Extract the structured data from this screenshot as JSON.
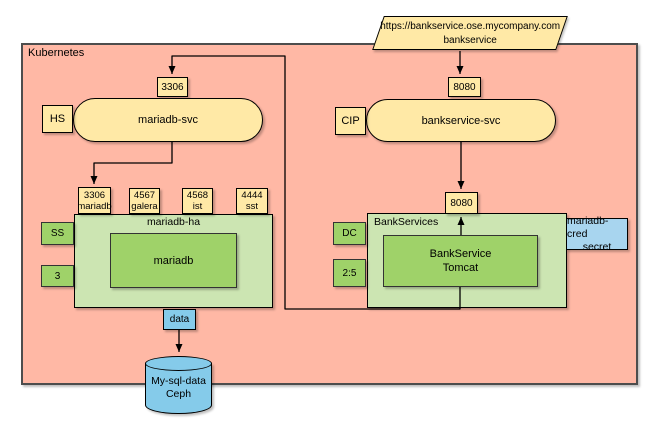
{
  "cluster": {
    "label": "Kubernetes"
  },
  "ingress": {
    "url": "https://bankservice.ose.mycompany.com",
    "name": "bankservice"
  },
  "mariadb": {
    "service": {
      "type": "HS",
      "name": "mariadb-svc",
      "port": "3306"
    },
    "workload": {
      "name": "mariadb-ha",
      "kind": "SS",
      "replicas": "3",
      "container": "mariadb",
      "ports": [
        {
          "port": "3306",
          "name": "mariadb"
        },
        {
          "port": "4567",
          "name": "galera"
        },
        {
          "port": "4568",
          "name": "ist"
        },
        {
          "port": "4444",
          "name": "sst"
        }
      ],
      "volume": "data"
    },
    "storage": {
      "line1": "My-sql-data",
      "line2": "Ceph"
    }
  },
  "bankservice": {
    "service": {
      "type": "CIP",
      "name": "bankservice-svc",
      "port": "8080"
    },
    "workload": {
      "name": "BankServices",
      "kind": "DC",
      "replicas": "2:5",
      "port": "8080",
      "container_line1": "BankService",
      "container_line2": "Tomcat"
    },
    "secret": {
      "line1": "mariadb-cred",
      "line2": "secret"
    }
  },
  "colors": {
    "cluster_fill": "#ffb8a5",
    "service_fill": "#ffe9a6",
    "group_fill": "#cce5b2",
    "container_fill": "#9fd269",
    "storage_fill": "#85cbea",
    "secret_fill": "#a8d5ef"
  }
}
